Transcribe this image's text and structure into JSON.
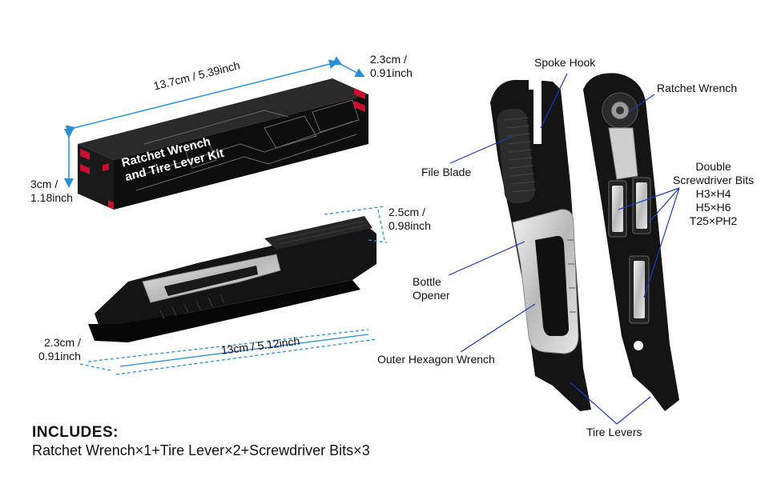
{
  "dimensions": {
    "box_length": "13.7cm / 5.39inch",
    "box_width_cm": "2.3cm /",
    "box_width_in": "0.91inch",
    "box_height_cm": "3cm /",
    "box_height_in": "1.18inch",
    "tool_length": "13cm / 5.12inch",
    "tool_height_cm": "2.5cm /",
    "tool_height_in": "0.98inch",
    "tool_width_cm": "2.3cm /",
    "tool_width_in": "0.91inch"
  },
  "box_print": {
    "line1": "Ratchet Wrench",
    "line2": "and Tire Lever Kit"
  },
  "callouts": {
    "spoke_hook": "Spoke Hook",
    "ratchet_wrench": "Ratchet Wrench",
    "file_blade": "File Blade",
    "double_bits_1": "Double",
    "double_bits_2": "Screwdriver Bits",
    "bit_1": "H3×H4",
    "bit_2": "H5×H6",
    "bit_3": "T25×PH2",
    "bottle_1": "Bottle",
    "bottle_2": "Opener",
    "hex_wrench": "Outer Hexagon Wrench",
    "tire_levers": "Tire Levers"
  },
  "includes": {
    "title": "INCLUDES:",
    "text": "Ratchet Wrench×1+Tire Lever×2+Screwdriver Bits×3"
  },
  "colors": {
    "dimension_line": "#2b8fd6",
    "callout_line": "#1f3bb5",
    "tool_body": "#141414",
    "accent_red": "#c8102e"
  }
}
